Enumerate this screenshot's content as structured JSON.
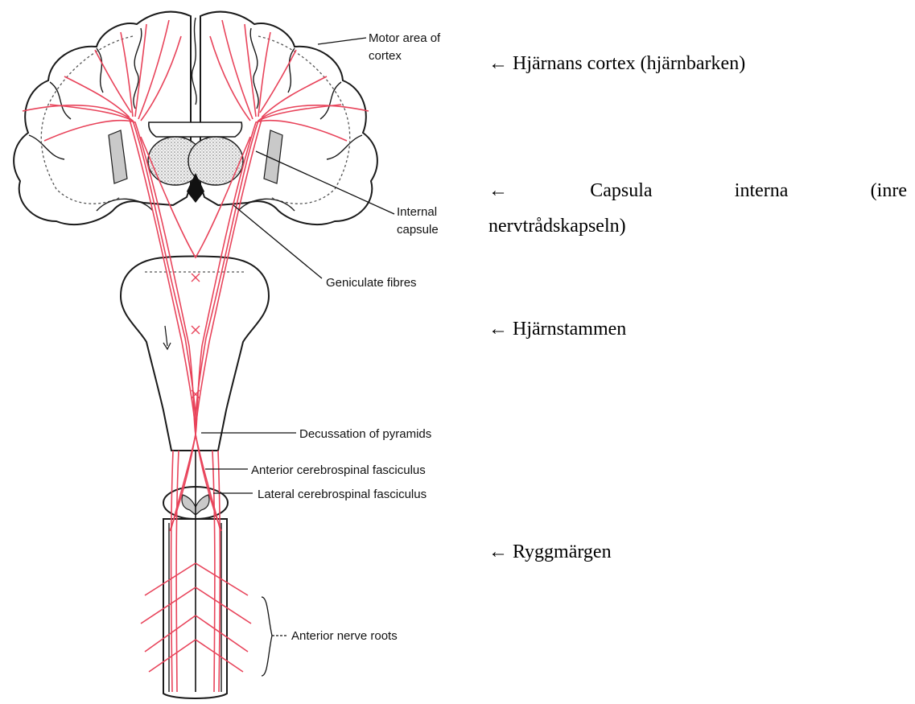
{
  "diagram_labels": {
    "motor_area_line1": "Motor area of",
    "motor_area_line2": "cortex",
    "internal_capsule_line1": "Internal",
    "internal_capsule_line2": "capsule",
    "geniculate_fibres": "Geniculate fibres",
    "decussation": "Decussation of pyramids",
    "anterior_fasciculus": "Anterior cerebrospinal fasciculus",
    "lateral_fasciculus": "Lateral cerebrospinal fasciculus",
    "anterior_nerve_roots": "Anterior nerve roots"
  },
  "swedish_labels": {
    "arrow": "←",
    "cortex": "Hjärnans cortex (hjärnbarken)",
    "capsula_word1": "Capsula",
    "capsula_word2": "interna",
    "capsula_word3": "(inre",
    "capsula_line2": "nervtrådskapseln)",
    "brainstem": "Hjärnstammen",
    "spinal_cord": "Ryggmärgen"
  },
  "colors": {
    "fiber": "#e8435a",
    "outline": "#1a1a1a",
    "gray_matter": "#c9c9c9"
  }
}
